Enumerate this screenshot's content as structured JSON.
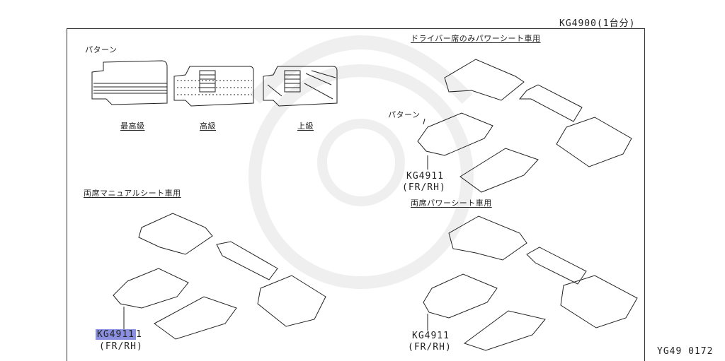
{
  "header": {
    "part_group": "KG4900(1台分)"
  },
  "footer": {
    "drawing_code": "YG49 0172"
  },
  "patterns": {
    "title": "パターン",
    "labels": [
      "最高級",
      "高級",
      "上級"
    ]
  },
  "sections": {
    "driver_power": "ドライバー席のみパワーシート車用",
    "manual": "両席マニュアルシート車用",
    "both_power": "両席パワーシート車用"
  },
  "callouts": {
    "pattern_label": "パターン",
    "a_part": "KG4911",
    "a_pos": "(FR/RH)",
    "b_part_1": "KG49",
    "b_part_hl": "11",
    "b_part_2": "1",
    "b_pos": "(FR/RH)",
    "c_part": "KG4911",
    "c_pos": "(FR/RH)"
  }
}
